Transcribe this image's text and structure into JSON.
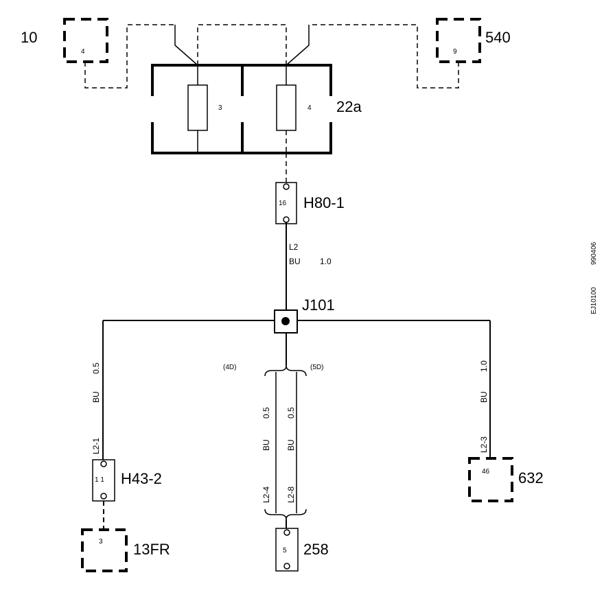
{
  "components": {
    "c10": {
      "id": "10",
      "pin": "4"
    },
    "c540": {
      "id": "540",
      "pin": "9"
    },
    "fusebox": {
      "id": "22a",
      "fuse_left": "3",
      "fuse_right": "4"
    },
    "h80": {
      "id": "H80-1",
      "pin": "16"
    },
    "j101": {
      "id": "J101"
    },
    "h43": {
      "id": "H43-2",
      "pin": "1 1"
    },
    "c13fr": {
      "id": "13FR",
      "pin": "3"
    },
    "c258": {
      "id": "258",
      "pin": "5"
    },
    "c632": {
      "id": "632",
      "pin": "46"
    }
  },
  "wires": {
    "main": {
      "circuit": "L2",
      "color": "BU",
      "size": "1.0"
    },
    "left": {
      "size": "0.5",
      "color": "BU",
      "circuit": "L2-1"
    },
    "mid_left": {
      "size": "0.5",
      "color": "BU",
      "circuit": "L2-4",
      "variant": "(4D)"
    },
    "mid_right": {
      "size": "0.5",
      "color": "BU",
      "circuit": "L2-8",
      "variant": "(5D)"
    },
    "right": {
      "size": "1.0",
      "color": "BU",
      "circuit": "L2-3"
    }
  },
  "side_codes": {
    "code1": "990406",
    "code2": "EJ10100"
  }
}
